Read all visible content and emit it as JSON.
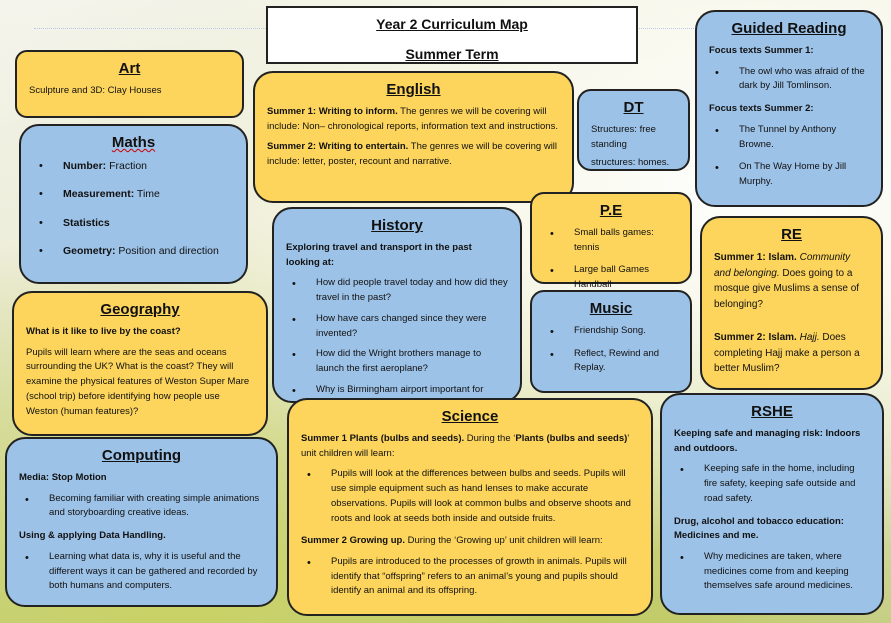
{
  "title": {
    "line1": "Year 2 Curriculum Map",
    "line2": "Summer  Term"
  },
  "art": {
    "heading": "Art",
    "text": "Sculpture and 3D: Clay Houses"
  },
  "maths": {
    "heading": "Maths",
    "items": [
      {
        "label": "Number:",
        "value": " Fraction"
      },
      {
        "label": "Measurement:",
        "value": " Time"
      },
      {
        "label": "Statistics",
        "value": ""
      },
      {
        "label": "Geometry:",
        "value": " Position and direction"
      }
    ]
  },
  "english": {
    "heading": "English",
    "p1_bold": "Summer 1: Writing to inform.",
    "p1_text": "  The genres we will be covering will include: Non– chronological reports, information text and instructions.",
    "p2_bold": "Summer 2: Writing to entertain.",
    "p2_text": "  The genres we will be covering will include: letter, poster, recount and narrative."
  },
  "dt": {
    "heading": "DT",
    "line1": "Structures: free standing",
    "line2": "structures: homes."
  },
  "guided_reading": {
    "heading": "Guided Reading",
    "focus1": "Focus texts Summer 1:",
    "items1": [
      "The owl who was afraid of the dark by Jill Tomlinson."
    ],
    "focus2": "Focus texts Summer 2:",
    "items2": [
      "The Tunnel by Anthony Browne.",
      "On The Way Home by Jill Murphy."
    ]
  },
  "pe": {
    "heading": "P.E",
    "items": [
      "Small balls games: tennis",
      "Large ball Games Handball"
    ]
  },
  "re": {
    "heading": "RE",
    "s1_bold": "Summer 1: Islam.",
    "s1_italic": " Community and belonging.",
    "s1_text": "  Does going to a mosque give Muslims a sense of belonging?",
    "s2_bold": "Summer 2: Islam.",
    "s2_italic": " Hajj.",
    "s2_text": "  Does completing Hajj make a person a better Muslim?"
  },
  "history": {
    "heading": "History",
    "intro": "Exploring travel and transport in the past looking at:",
    "items": [
      "How did people travel today and how did they travel in the past?",
      "How have cars changed since they were invented?",
      "How did the Wright brothers manage to launch the first aeroplane?",
      "Why is Birmingham airport important for travel?"
    ]
  },
  "geography": {
    "heading": "Geography",
    "question": "What is it like to live by the coast?",
    "text": "Pupils will learn where are the seas and oceans surrounding the UK? What is the coast? They will examine the physical features of Weston Super Mare (school trip) before identifying how people use Weston (human features)?"
  },
  "music": {
    "heading": "Music",
    "items": [
      "Friendship Song.",
      "Reflect, Rewind and Replay."
    ]
  },
  "science": {
    "heading": "Science",
    "s1_bold": "Summer 1 Plants (bulbs and seeds).",
    "s1_mid": "  During the ‘",
    "s1_bold2": "Plants (bulbs and seeds)",
    "s1_end": "’ unit children will learn:",
    "item1": "Pupils will look at the differences between bulbs and seeds. Pupils will use simple equipment such as hand lenses to make accurate observations. Pupils will look at common bulbs and observe shoots and roots and look at seeds both inside and outside fruits.",
    "s2_bold": "Summer 2  Growing up.",
    "s2_text": " During the ‘Growing up’ unit children will learn:",
    "item2": "Pupils are introduced to the processes of growth in animals. Pupils will identify that “offspring” refers to an animal’s young and pupils should identify an animal and its offspring."
  },
  "rshe": {
    "heading": "RSHE",
    "sub1": "Keeping safe and managing risk: Indoors and outdoors.",
    "item1": "Keeping safe in the home, including fire safety, keeping safe outside and road safety.",
    "sub2": "Drug, alcohol and tobacco education: Medicines and me.",
    "item2": "Why medicines are taken, where medicines come from and keeping themselves safe around medicines."
  },
  "computing": {
    "heading": "Computing",
    "sub1": "Media: Stop Motion",
    "item1": "Becoming familiar with creating simple animations and storyboarding creative ideas.",
    "sub2": "Using & applying Data Handling.",
    "item2": "Learning what data is, why it is useful and the different ways it can be gathered and recorded by both humans and computers."
  }
}
